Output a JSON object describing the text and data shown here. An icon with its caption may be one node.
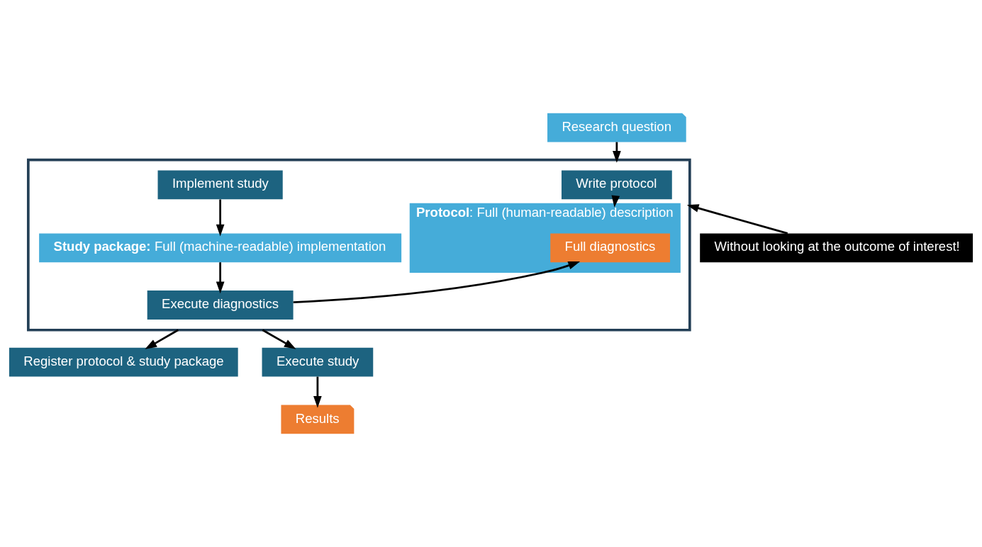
{
  "diagram": {
    "nodes": [
      {
        "text": [
          "Research question"
        ]
      },
      {
        "text": [],
        "shape": "box"
      },
      {
        "text": [
          "Write protocol"
        ],
        "in": 1
      },
      {
        "text": [
          "**Protocol**: Full (human-readable) description"
        ],
        "in": 1
      },
      {
        "text": [
          "Full diagnostics"
        ],
        "in": 3
      },
      {
        "text": [
          "Implement study"
        ],
        "in": 1
      },
      {
        "text": [
          "**Study package:** Full (machine-readable) implementation"
        ],
        "in": 1
      },
      {
        "text": [
          "Execute diagnostics"
        ],
        "in": 1
      },
      {
        "text": [
          "Register protocol & study package"
        ]
      },
      {
        "text": [
          "Execute study"
        ]
      },
      {
        "text": [
          "Results"
        ]
      },
      {
        "text": [
          "Without looking at the outcome of interest!"
        ]
      }
    ],
    "edges": [
      {
        "from": 0,
        "to": 1,
        "arrow": "to"
      },
      {
        "from": 2,
        "to": 3,
        "arrow": "to"
      },
      {
        "from": 5,
        "to": 6,
        "arrow": "to"
      },
      {
        "from": 6,
        "to": 7,
        "arrow": "to"
      },
      {
        "from": 7,
        "to": 4,
        "arrow": "to"
      },
      {
        "from": 1,
        "to": 8,
        "arrow": "to"
      },
      {
        "from": 1,
        "to": 9,
        "arrow": "to"
      },
      {
        "from": 9,
        "to": 10,
        "arrow": "to"
      },
      {
        "from": 11,
        "to": 1,
        "arrow": "to"
      }
    ]
  }
}
